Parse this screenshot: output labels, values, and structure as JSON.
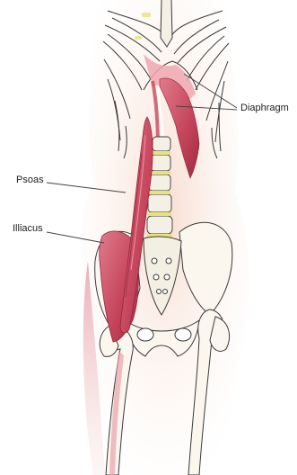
{
  "labels": {
    "diaphragm": "Diaphragm",
    "psoas": "Psoas",
    "illiacus": "Illiacus"
  },
  "colors": {
    "muscle": "#c8485e",
    "muscle_dark": "#8e2136",
    "muscle_light": "#e796a2",
    "skin": "#f7dccf",
    "bone_outline": "#3a3a3a",
    "cartilage": "#e9e27a",
    "leader_line": "#444444"
  }
}
